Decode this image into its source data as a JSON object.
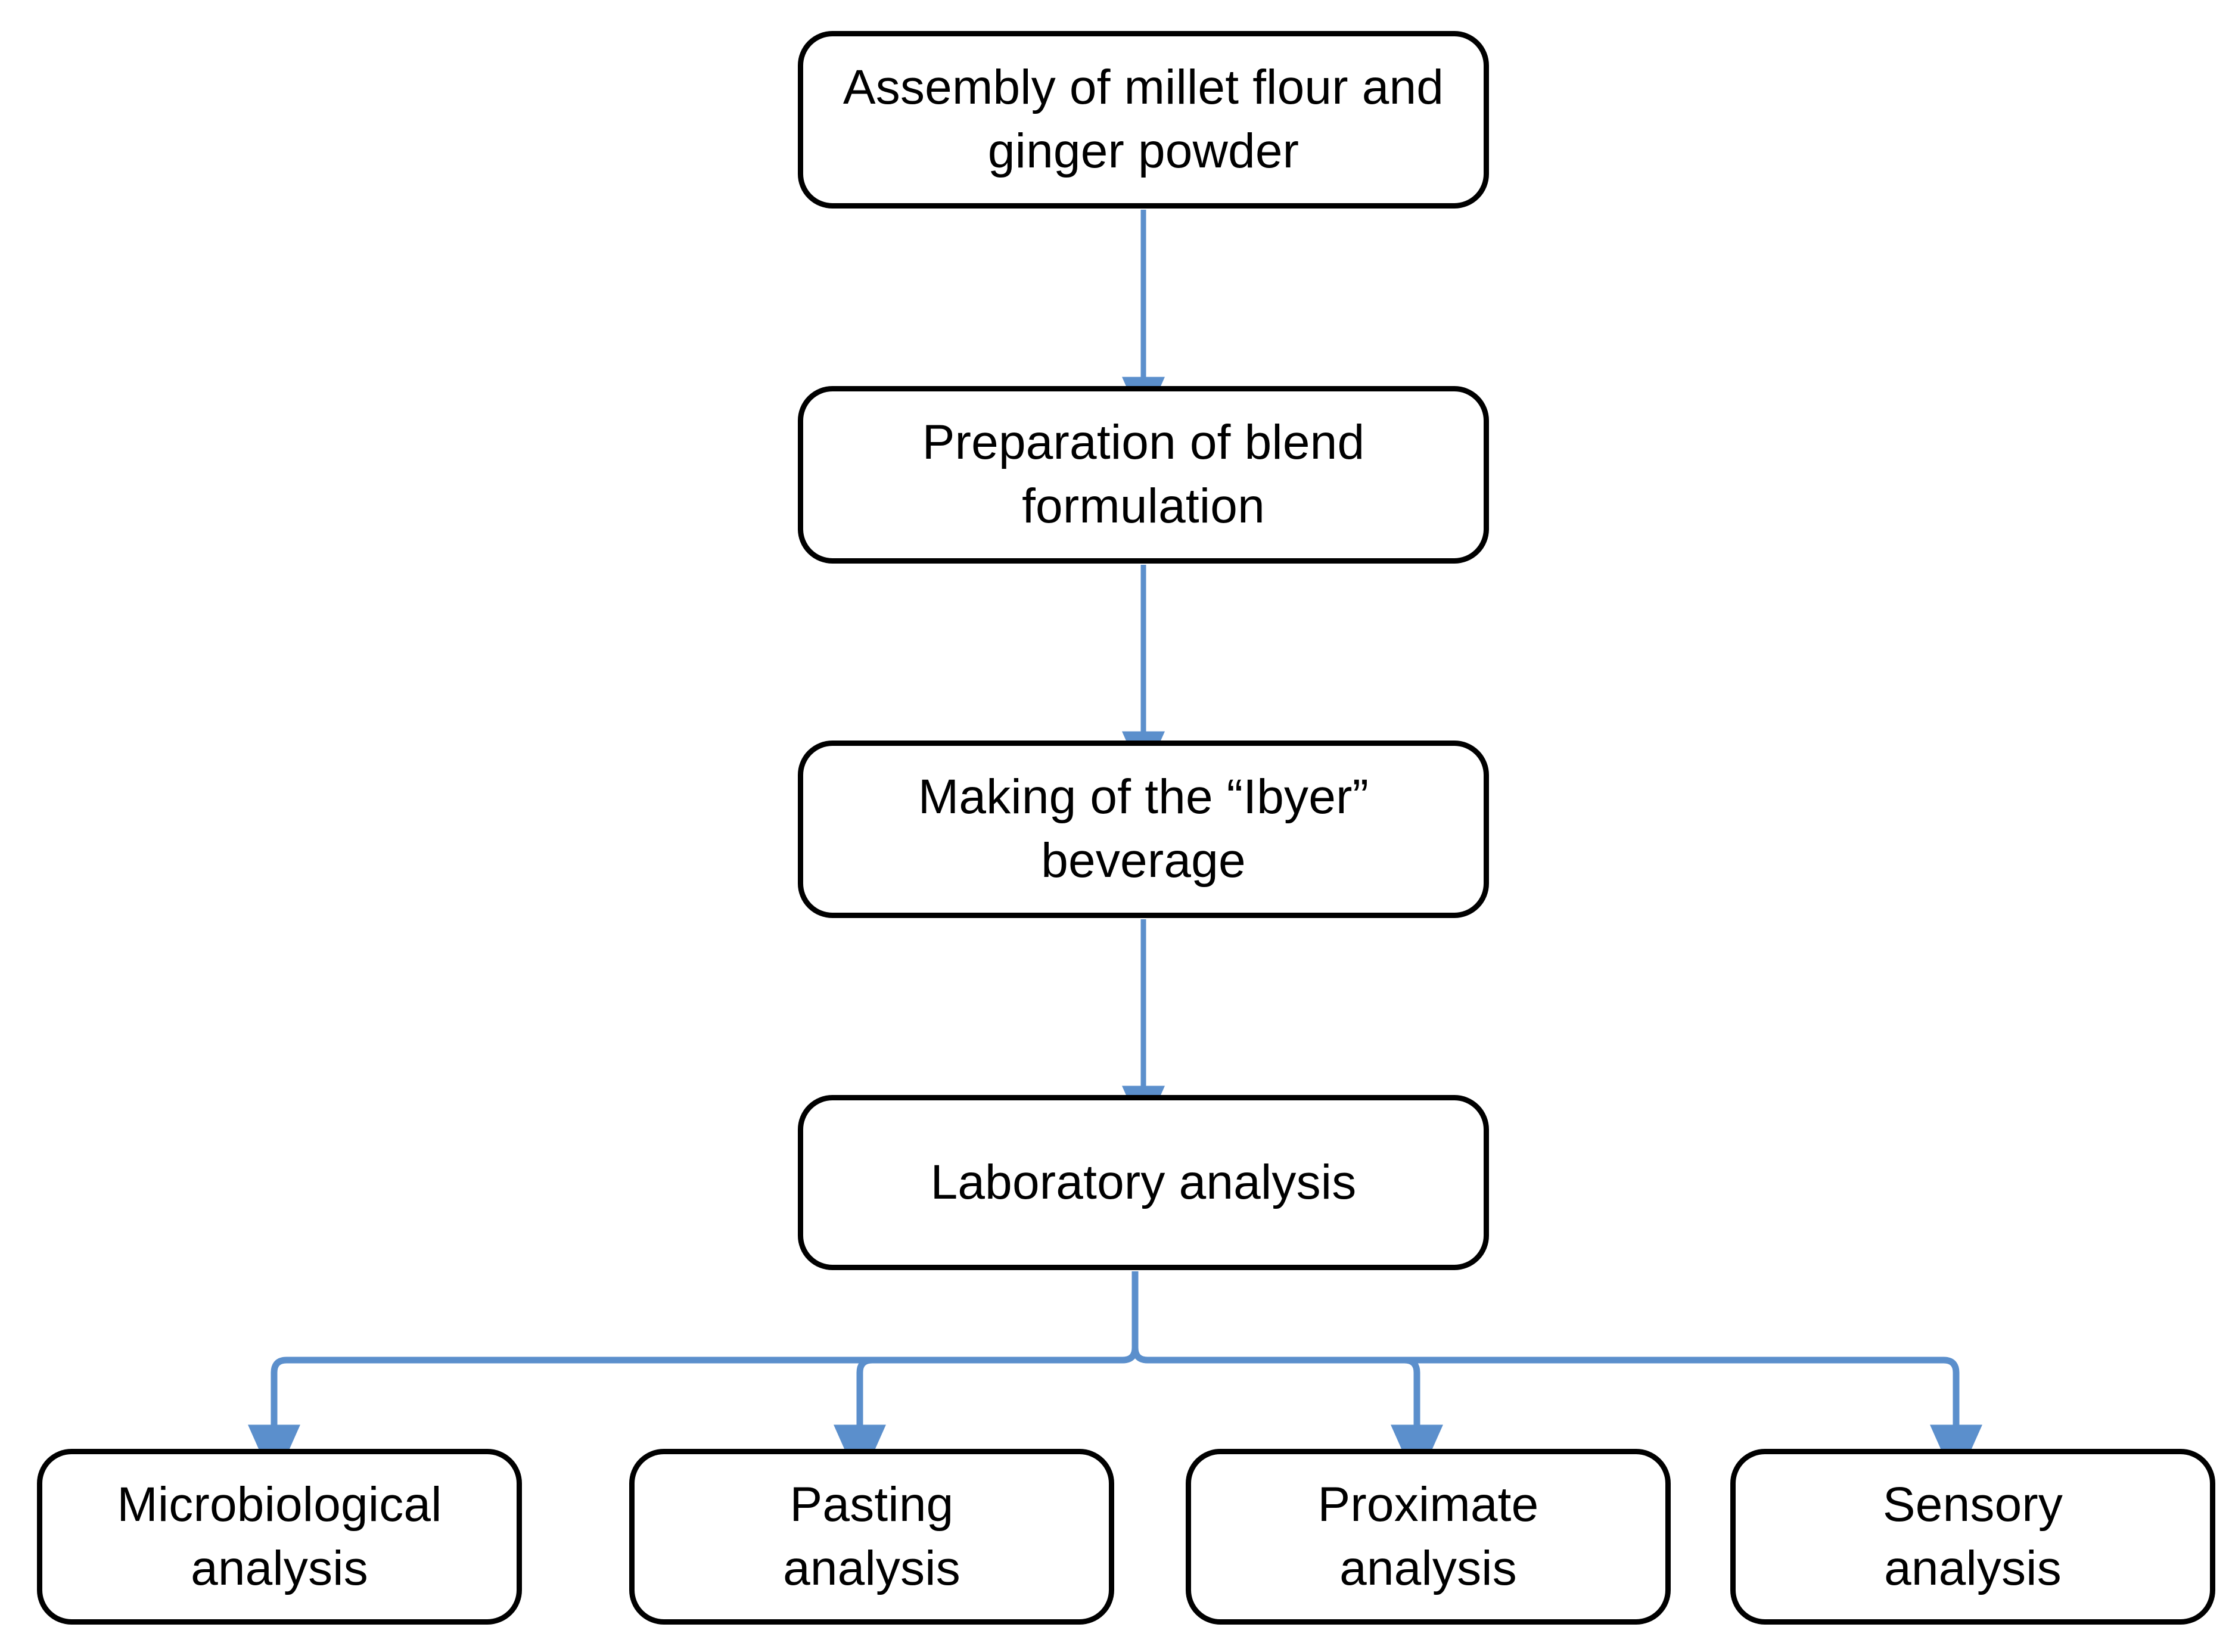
{
  "diagram": {
    "title": "Ibyer beverage production and analysis flowchart",
    "type": "flowchart",
    "orientation": "top-to-bottom",
    "colors": {
      "node_border": "#000000",
      "node_fill": "#FFFFFF",
      "connector": "#5B8FCC",
      "text": "#000000",
      "background": "#FFFFFF"
    },
    "nodes": [
      {
        "id": "assembly",
        "label": "Assembly of millet flour and\nginger powder",
        "lines": [
          "Assembly of millet flour and",
          "ginger powder"
        ]
      },
      {
        "id": "blend",
        "label": "Preparation of blend\nformulation",
        "lines": [
          "Preparation of blend",
          "formulation"
        ]
      },
      {
        "id": "ibyer",
        "label": "Making of the “Ibyer”\nbeverage",
        "lines": [
          "Making of the “Ibyer”",
          "beverage"
        ]
      },
      {
        "id": "lab",
        "label": "Laboratory analysis",
        "lines": [
          "Laboratory analysis"
        ]
      },
      {
        "id": "micro",
        "label": "Microbiological\nanalysis",
        "lines": [
          "Microbiological",
          "analysis"
        ]
      },
      {
        "id": "pasting",
        "label": "Pasting\nanalysis",
        "lines": [
          "Pasting",
          "analysis"
        ]
      },
      {
        "id": "proximate",
        "label": "Proximate\nanalysis",
        "lines": [
          "Proximate",
          "analysis"
        ]
      },
      {
        "id": "sensory",
        "label": "Sensory\nanalysis",
        "lines": [
          "Sensory",
          "analysis"
        ]
      }
    ],
    "edges": [
      {
        "from": "assembly",
        "to": "blend",
        "style": "straight-arrow"
      },
      {
        "from": "blend",
        "to": "ibyer",
        "style": "straight-arrow"
      },
      {
        "from": "ibyer",
        "to": "lab",
        "style": "straight-arrow"
      },
      {
        "from": "lab",
        "to": "micro",
        "style": "branch-arrow"
      },
      {
        "from": "lab",
        "to": "pasting",
        "style": "branch-arrow"
      },
      {
        "from": "lab",
        "to": "proximate",
        "style": "branch-arrow"
      },
      {
        "from": "lab",
        "to": "sensory",
        "style": "branch-arrow"
      }
    ]
  }
}
